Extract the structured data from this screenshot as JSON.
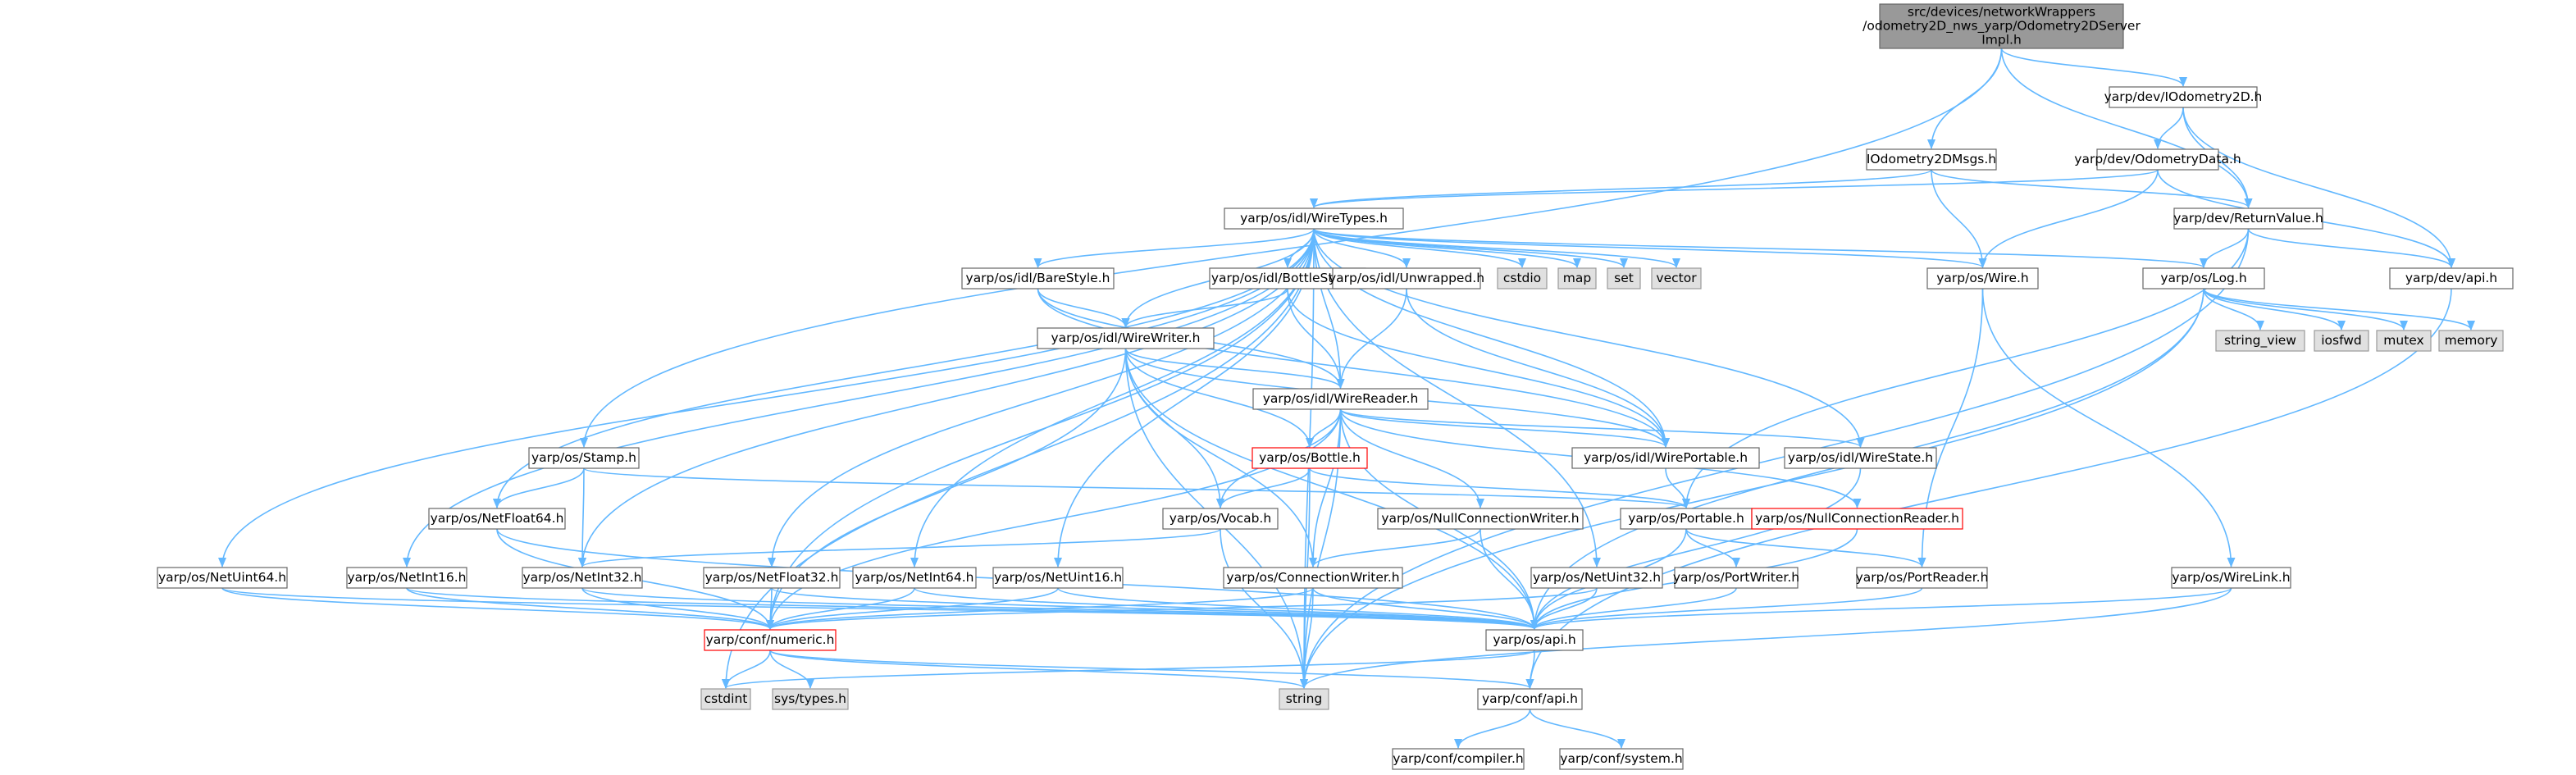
{
  "colors": {
    "edge": "#63b8ff",
    "root_fill": "#999999",
    "system_fill": "#e0e0e0",
    "node_border": "#666666",
    "system_border": "#999999",
    "truncated_border": "#ff0000"
  },
  "nodes": [
    {
      "id": "root",
      "lines": [
        "src/devices/networkWrappers",
        "/odometry2D_nws_yarp/Odometry2DServer",
        "Impl.h"
      ],
      "kind": "root"
    },
    {
      "id": "IOdometry2D",
      "lines": [
        "yarp/dev/IOdometry2D.h"
      ],
      "kind": "normal"
    },
    {
      "id": "IOdometry2DMsgs",
      "lines": [
        "IOdometry2DMsgs.h"
      ],
      "kind": "normal"
    },
    {
      "id": "OdometryData",
      "lines": [
        "yarp/dev/OdometryData.h"
      ],
      "kind": "normal"
    },
    {
      "id": "WireTypes",
      "lines": [
        "yarp/os/idl/WireTypes.h"
      ],
      "kind": "normal"
    },
    {
      "id": "ReturnValue",
      "lines": [
        "yarp/dev/ReturnValue.h"
      ],
      "kind": "normal"
    },
    {
      "id": "BareStyle",
      "lines": [
        "yarp/os/idl/BareStyle.h"
      ],
      "kind": "normal"
    },
    {
      "id": "BottleStyle",
      "lines": [
        "yarp/os/idl/BottleStyle.h"
      ],
      "kind": "normal"
    },
    {
      "id": "Unwrapped",
      "lines": [
        "yarp/os/idl/Unwrapped.h"
      ],
      "kind": "normal"
    },
    {
      "id": "cstdio",
      "lines": [
        "cstdio"
      ],
      "kind": "system"
    },
    {
      "id": "map",
      "lines": [
        "map"
      ],
      "kind": "system"
    },
    {
      "id": "set",
      "lines": [
        "set"
      ],
      "kind": "system"
    },
    {
      "id": "vector",
      "lines": [
        "vector"
      ],
      "kind": "system"
    },
    {
      "id": "Wire",
      "lines": [
        "yarp/os/Wire.h"
      ],
      "kind": "normal"
    },
    {
      "id": "Log",
      "lines": [
        "yarp/os/Log.h"
      ],
      "kind": "normal"
    },
    {
      "id": "devapi",
      "lines": [
        "yarp/dev/api.h"
      ],
      "kind": "normal"
    },
    {
      "id": "string_view",
      "lines": [
        "string_view"
      ],
      "kind": "system"
    },
    {
      "id": "iosfwd",
      "lines": [
        "iosfwd"
      ],
      "kind": "system"
    },
    {
      "id": "mutex",
      "lines": [
        "mutex"
      ],
      "kind": "system"
    },
    {
      "id": "memory",
      "lines": [
        "memory"
      ],
      "kind": "system"
    },
    {
      "id": "WireWriter",
      "lines": [
        "yarp/os/idl/WireWriter.h"
      ],
      "kind": "normal"
    },
    {
      "id": "WireReader",
      "lines": [
        "yarp/os/idl/WireReader.h"
      ],
      "kind": "normal"
    },
    {
      "id": "Stamp",
      "lines": [
        "yarp/os/Stamp.h"
      ],
      "kind": "normal"
    },
    {
      "id": "Bottle",
      "lines": [
        "yarp/os/Bottle.h"
      ],
      "kind": "truncated"
    },
    {
      "id": "WirePortable",
      "lines": [
        "yarp/os/idl/WirePortable.h"
      ],
      "kind": "normal"
    },
    {
      "id": "WireState",
      "lines": [
        "yarp/os/idl/WireState.h"
      ],
      "kind": "normal"
    },
    {
      "id": "NetFloat64",
      "lines": [
        "yarp/os/NetFloat64.h"
      ],
      "kind": "normal"
    },
    {
      "id": "Vocab",
      "lines": [
        "yarp/os/Vocab.h"
      ],
      "kind": "normal"
    },
    {
      "id": "NullConnectionWriter",
      "lines": [
        "yarp/os/NullConnectionWriter.h"
      ],
      "kind": "normal"
    },
    {
      "id": "Portable",
      "lines": [
        "yarp/os/Portable.h"
      ],
      "kind": "normal"
    },
    {
      "id": "NullConnectionReader",
      "lines": [
        "yarp/os/NullConnectionReader.h"
      ],
      "kind": "truncated"
    },
    {
      "id": "NetUint64",
      "lines": [
        "yarp/os/NetUint64.h"
      ],
      "kind": "normal"
    },
    {
      "id": "NetInt16",
      "lines": [
        "yarp/os/NetInt16.h"
      ],
      "kind": "normal"
    },
    {
      "id": "NetInt32",
      "lines": [
        "yarp/os/NetInt32.h"
      ],
      "kind": "normal"
    },
    {
      "id": "NetFloat32",
      "lines": [
        "yarp/os/NetFloat32.h"
      ],
      "kind": "normal"
    },
    {
      "id": "NetInt64",
      "lines": [
        "yarp/os/NetInt64.h"
      ],
      "kind": "normal"
    },
    {
      "id": "NetUint16",
      "lines": [
        "yarp/os/NetUint16.h"
      ],
      "kind": "normal"
    },
    {
      "id": "ConnectionWriter",
      "lines": [
        "yarp/os/ConnectionWriter.h"
      ],
      "kind": "normal"
    },
    {
      "id": "NetUint32",
      "lines": [
        "yarp/os/NetUint32.h"
      ],
      "kind": "normal"
    },
    {
      "id": "PortWriter",
      "lines": [
        "yarp/os/PortWriter.h"
      ],
      "kind": "normal"
    },
    {
      "id": "PortReader",
      "lines": [
        "yarp/os/PortReader.h"
      ],
      "kind": "normal"
    },
    {
      "id": "WireLink",
      "lines": [
        "yarp/os/WireLink.h"
      ],
      "kind": "normal"
    },
    {
      "id": "numeric",
      "lines": [
        "yarp/conf/numeric.h"
      ],
      "kind": "truncated"
    },
    {
      "id": "osapi",
      "lines": [
        "yarp/os/api.h"
      ],
      "kind": "normal"
    },
    {
      "id": "cstdint",
      "lines": [
        "cstdint"
      ],
      "kind": "system"
    },
    {
      "id": "systypes",
      "lines": [
        "sys/types.h"
      ],
      "kind": "system"
    },
    {
      "id": "string",
      "lines": [
        "string"
      ],
      "kind": "system"
    },
    {
      "id": "confapi",
      "lines": [
        "yarp/conf/api.h"
      ],
      "kind": "normal"
    },
    {
      "id": "compiler",
      "lines": [
        "yarp/conf/compiler.h"
      ],
      "kind": "normal"
    },
    {
      "id": "system",
      "lines": [
        "yarp/conf/system.h"
      ],
      "kind": "normal"
    }
  ],
  "edges": [
    [
      "root",
      "IOdometry2D"
    ],
    [
      "root",
      "IOdometry2DMsgs"
    ],
    [
      "root",
      "ReturnValue"
    ],
    [
      "root",
      "Stamp"
    ],
    [
      "IOdometry2D",
      "OdometryData"
    ],
    [
      "IOdometry2D",
      "ReturnValue"
    ],
    [
      "IOdometry2D",
      "devapi"
    ],
    [
      "OdometryData",
      "WireTypes"
    ],
    [
      "OdometryData",
      "Wire"
    ],
    [
      "OdometryData",
      "devapi"
    ],
    [
      "IOdometry2DMsgs",
      "WireTypes"
    ],
    [
      "IOdometry2DMsgs",
      "Wire"
    ],
    [
      "IOdometry2DMsgs",
      "ReturnValue"
    ],
    [
      "ReturnValue",
      "devapi"
    ],
    [
      "ReturnValue",
      "Log"
    ],
    [
      "ReturnValue",
      "Portable"
    ],
    [
      "ReturnValue",
      "string"
    ],
    [
      "devapi",
      "confapi"
    ],
    [
      "WireTypes",
      "BareStyle"
    ],
    [
      "WireTypes",
      "BottleStyle"
    ],
    [
      "WireTypes",
      "Unwrapped"
    ],
    [
      "WireTypes",
      "cstdio"
    ],
    [
      "WireTypes",
      "map"
    ],
    [
      "WireTypes",
      "set"
    ],
    [
      "WireTypes",
      "vector"
    ],
    [
      "WireTypes",
      "Wire"
    ],
    [
      "WireTypes",
      "Log"
    ],
    [
      "WireTypes",
      "WireWriter"
    ],
    [
      "WireTypes",
      "WireReader"
    ],
    [
      "WireTypes",
      "WirePortable"
    ],
    [
      "WireTypes",
      "WireState"
    ],
    [
      "WireTypes",
      "NetFloat64"
    ],
    [
      "WireTypes",
      "NetUint64"
    ],
    [
      "WireTypes",
      "NetInt16"
    ],
    [
      "WireTypes",
      "NetInt32"
    ],
    [
      "WireTypes",
      "NetFloat32"
    ],
    [
      "WireTypes",
      "NetInt64"
    ],
    [
      "WireTypes",
      "NetUint16"
    ],
    [
      "WireTypes",
      "NetUint32"
    ],
    [
      "WireTypes",
      "numeric"
    ],
    [
      "WireTypes",
      "cstdint"
    ],
    [
      "WireTypes",
      "string"
    ],
    [
      "BareStyle",
      "WireWriter"
    ],
    [
      "BareStyle",
      "WireReader"
    ],
    [
      "BareStyle",
      "WirePortable"
    ],
    [
      "BottleStyle",
      "WireWriter"
    ],
    [
      "BottleStyle",
      "WireReader"
    ],
    [
      "BottleStyle",
      "WirePortable"
    ],
    [
      "Unwrapped",
      "WireReader"
    ],
    [
      "Unwrapped",
      "WirePortable"
    ],
    [
      "Wire",
      "PortReader"
    ],
    [
      "Wire",
      "WireLink"
    ],
    [
      "Log",
      "string_view"
    ],
    [
      "Log",
      "iosfwd"
    ],
    [
      "Log",
      "mutex"
    ],
    [
      "Log",
      "memory"
    ],
    [
      "Log",
      "osapi"
    ],
    [
      "Log",
      "string"
    ],
    [
      "WireWriter",
      "WireReader"
    ],
    [
      "WireWriter",
      "Bottle"
    ],
    [
      "WireWriter",
      "Vocab"
    ],
    [
      "WireWriter",
      "ConnectionWriter"
    ],
    [
      "WireWriter",
      "WirePortable"
    ],
    [
      "WireWriter",
      "osapi"
    ],
    [
      "WireWriter",
      "numeric"
    ],
    [
      "WireWriter",
      "string"
    ],
    [
      "WireReader",
      "Bottle"
    ],
    [
      "WireReader",
      "Vocab"
    ],
    [
      "WireReader",
      "WirePortable"
    ],
    [
      "WireReader",
      "WireState"
    ],
    [
      "WireReader",
      "NullConnectionWriter"
    ],
    [
      "WireReader",
      "NullConnectionReader"
    ],
    [
      "WireReader",
      "ConnectionWriter"
    ],
    [
      "WireReader",
      "osapi"
    ],
    [
      "WireReader",
      "numeric"
    ],
    [
      "WireReader",
      "string"
    ],
    [
      "Stamp",
      "NetFloat64"
    ],
    [
      "Stamp",
      "NetInt32"
    ],
    [
      "Stamp",
      "Portable"
    ],
    [
      "Bottle",
      "Vocab"
    ],
    [
      "Bottle",
      "Portable"
    ],
    [
      "Bottle",
      "string"
    ],
    [
      "WirePortable",
      "Portable"
    ],
    [
      "WireState",
      "osapi"
    ],
    [
      "NetFloat64",
      "numeric"
    ],
    [
      "NetFloat64",
      "osapi"
    ],
    [
      "Vocab",
      "NetInt32"
    ],
    [
      "Vocab",
      "string"
    ],
    [
      "NullConnectionWriter",
      "ConnectionWriter"
    ],
    [
      "NullConnectionWriter",
      "osapi"
    ],
    [
      "NullConnectionReader",
      "osapi"
    ],
    [
      "Portable",
      "PortWriter"
    ],
    [
      "Portable",
      "PortReader"
    ],
    [
      "Portable",
      "osapi"
    ],
    [
      "NetUint64",
      "numeric"
    ],
    [
      "NetUint64",
      "osapi"
    ],
    [
      "NetInt16",
      "numeric"
    ],
    [
      "NetInt16",
      "osapi"
    ],
    [
      "NetInt32",
      "numeric"
    ],
    [
      "NetInt32",
      "osapi"
    ],
    [
      "NetFloat32",
      "numeric"
    ],
    [
      "NetFloat32",
      "osapi"
    ],
    [
      "NetInt64",
      "numeric"
    ],
    [
      "NetInt64",
      "osapi"
    ],
    [
      "NetUint16",
      "numeric"
    ],
    [
      "NetUint16",
      "osapi"
    ],
    [
      "NetUint32",
      "numeric"
    ],
    [
      "NetUint32",
      "osapi"
    ],
    [
      "ConnectionWriter",
      "osapi"
    ],
    [
      "ConnectionWriter",
      "string"
    ],
    [
      "ConnectionWriter",
      "numeric"
    ],
    [
      "PortWriter",
      "osapi"
    ],
    [
      "PortReader",
      "osapi"
    ],
    [
      "WireLink",
      "osapi"
    ],
    [
      "WireLink",
      "string"
    ],
    [
      "numeric",
      "cstdint"
    ],
    [
      "numeric",
      "systypes"
    ],
    [
      "numeric",
      "confapi"
    ],
    [
      "numeric",
      "string"
    ],
    [
      "osapi",
      "confapi"
    ],
    [
      "osapi",
      "cstdint"
    ],
    [
      "confapi",
      "compiler"
    ],
    [
      "confapi",
      "system"
    ]
  ]
}
